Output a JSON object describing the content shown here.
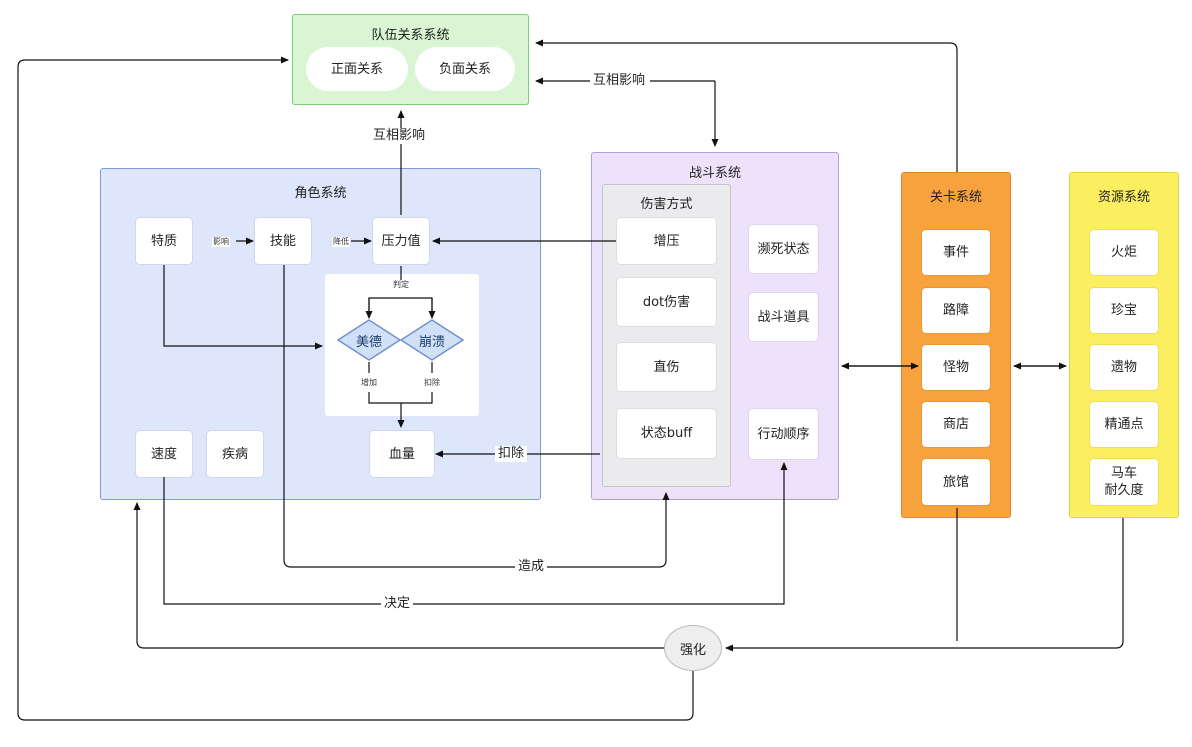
{
  "groups": {
    "team": "队伍关系系统",
    "character": "角色系统",
    "battle": "战斗系统",
    "damage": "伤害方式",
    "level": "关卡系统",
    "resource": "资源系统"
  },
  "team_nodes": {
    "positive": "正面关系",
    "negative": "负面关系"
  },
  "char_nodes": {
    "trait": "特质",
    "skill": "技能",
    "pressure": "压力值",
    "speed": "速度",
    "disease": "疾病",
    "hp": "血量"
  },
  "judge": {
    "virtue": "美德",
    "collapse": "崩溃"
  },
  "damage_nodes": {
    "increase_pressure": "增压",
    "dot": "dot伤害",
    "direct": "直伤",
    "status": "状态buff"
  },
  "battle_nodes": {
    "dying": "濒死状态",
    "items": "战斗道具",
    "order": "行动顺序"
  },
  "level_nodes": {
    "event": "事件",
    "obstacle": "路障",
    "monster": "怪物",
    "shop": "商店",
    "inn": "旅馆"
  },
  "resource_nodes": {
    "torch": "火炬",
    "treasure": "珍宝",
    "relic": "遗物",
    "mastery": "精通点",
    "carriage_1": "马车",
    "carriage_2": "耐久度"
  },
  "strengthen": "强化",
  "edge_labels": {
    "mutual_1": "互相影响",
    "mutual_2": "互相影响",
    "influence": "影响",
    "reduce": "降低",
    "judge": "判定",
    "increase": "增加",
    "deduct_small": "扣除",
    "deduct": "扣除",
    "cause": "造成",
    "decide": "决定"
  },
  "colors": {
    "team_fill": "#d9f5d3",
    "character_fill": "#dde6fa",
    "battle_fill": "#ece3fa",
    "level_fill": "#f7a23c",
    "resource_fill": "#fbef5f",
    "diamond_fill": "#cfe0f7"
  }
}
